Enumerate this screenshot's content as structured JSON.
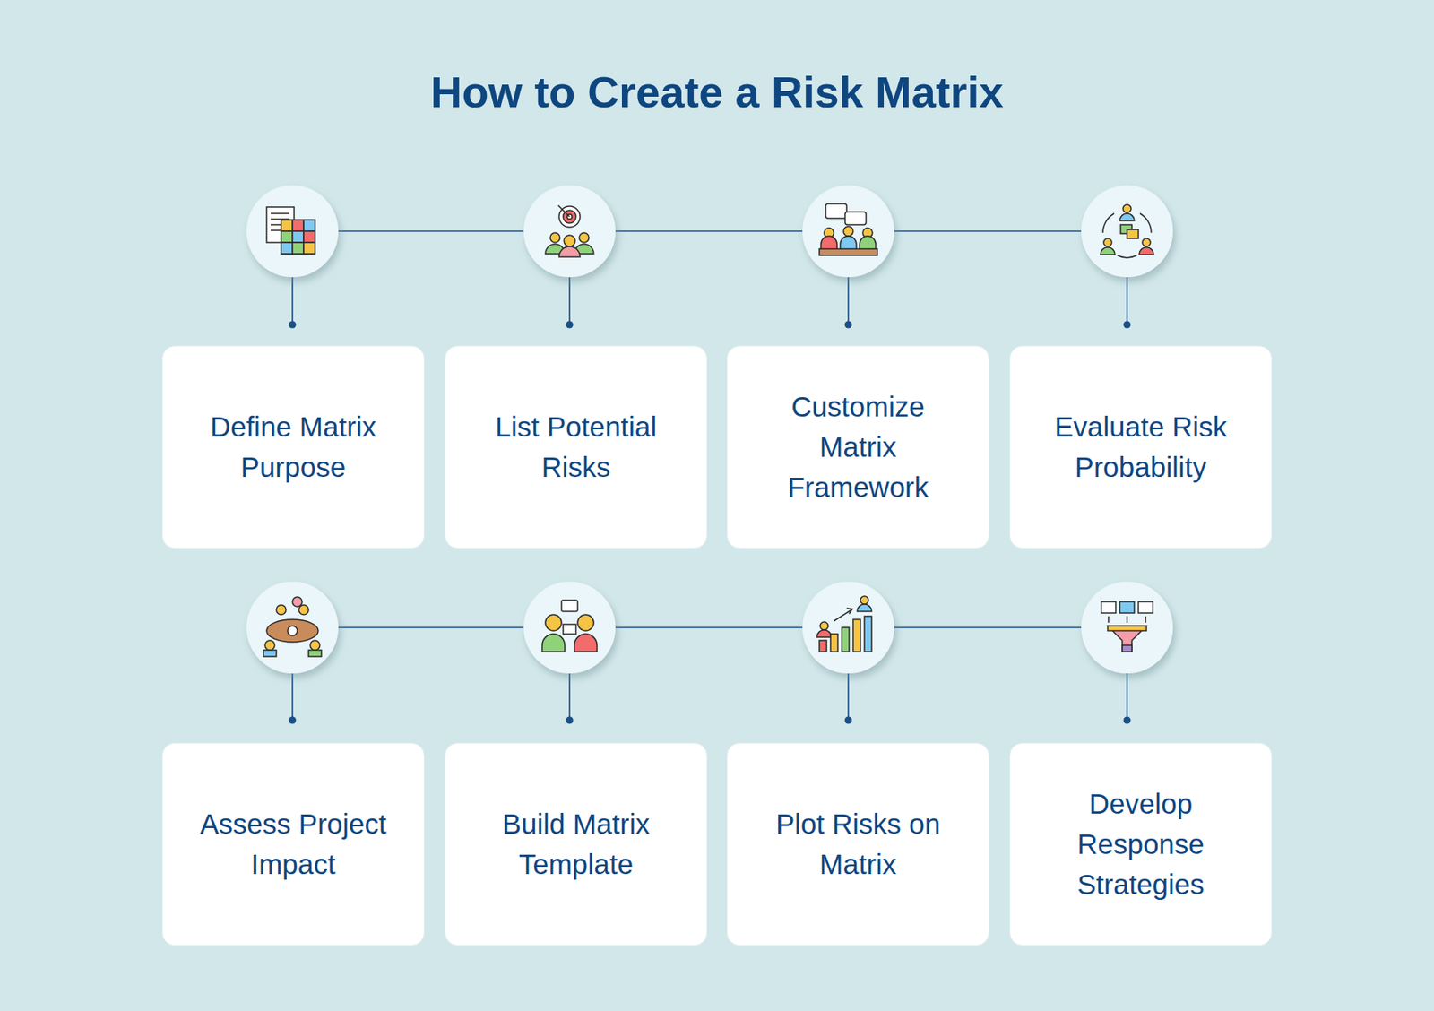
{
  "diagram": {
    "title": "How to Create a Risk Matrix",
    "nodes": [
      {
        "text": [
          "Define Matrix Purpose"
        ]
      },
      {
        "text": [
          "List Potential Risks"
        ]
      },
      {
        "text": [
          "Customize Matrix Framework"
        ]
      },
      {
        "text": [
          "Evaluate Risk Probability"
        ]
      },
      {
        "text": [
          "Assess Project Impact"
        ]
      },
      {
        "text": [
          "Build Matrix Template"
        ]
      },
      {
        "text": [
          "Plot Risks on Matrix"
        ]
      },
      {
        "text": [
          "Develop Response Strategies"
        ]
      }
    ]
  }
}
